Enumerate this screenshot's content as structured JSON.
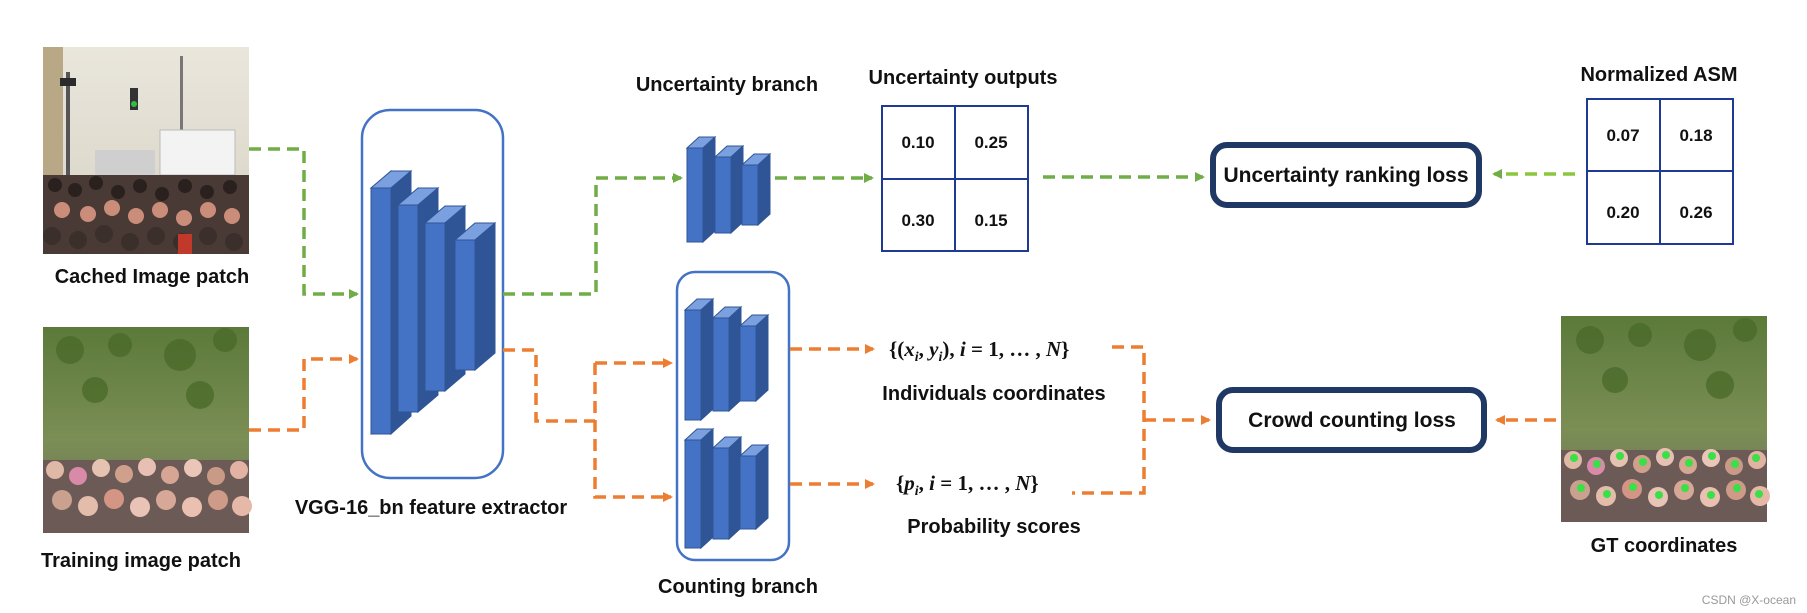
{
  "labels": {
    "cached_patch": "Cached Image patch",
    "training_patch": "Training image patch",
    "feature_extractor": "VGG-16_bn feature extractor",
    "uncertainty_branch": "Uncertainty branch",
    "uncertainty_outputs": "Uncertainty outputs",
    "normalized_asm": "Normalized ASM",
    "counting_branch": "Counting branch",
    "individuals_coordinates": "Individuals coordinates",
    "probability_scores": "Probability scores",
    "gt_coordinates": "GT coordinates"
  },
  "uncertainty_outputs": {
    "cells": [
      "0.10",
      "0.25",
      "0.30",
      "0.15"
    ]
  },
  "normalized_asm": {
    "cells": [
      "0.07",
      "0.18",
      "0.20",
      "0.26"
    ]
  },
  "losses": {
    "uncertainty_ranking": "Uncertainty ranking loss",
    "crowd_counting": "Crowd counting loss"
  },
  "formulas": {
    "coords": {
      "open": "{(",
      "x": "x",
      "i1": "i",
      "comma": ", ",
      "y": "y",
      "i2": "i",
      "close_paren": "), ",
      "i_var": "i",
      "range": " = 1, … , ",
      "n_var": "N",
      "close": "}"
    },
    "probs": {
      "open": "{",
      "p": "p",
      "i1": "i",
      "comma": ", ",
      "i_var": "i",
      "range": " = 1, … , ",
      "n_var": "N",
      "close": "}"
    }
  },
  "watermark": "CSDN @X-ocean",
  "colors": {
    "green_arrow": "#70AD47",
    "orange_arrow": "#ED7D31",
    "block_blue": "#4472C4",
    "frame_blue": "#2F5597",
    "loss_border": "#203864",
    "grid_border": "#1F3A93"
  }
}
